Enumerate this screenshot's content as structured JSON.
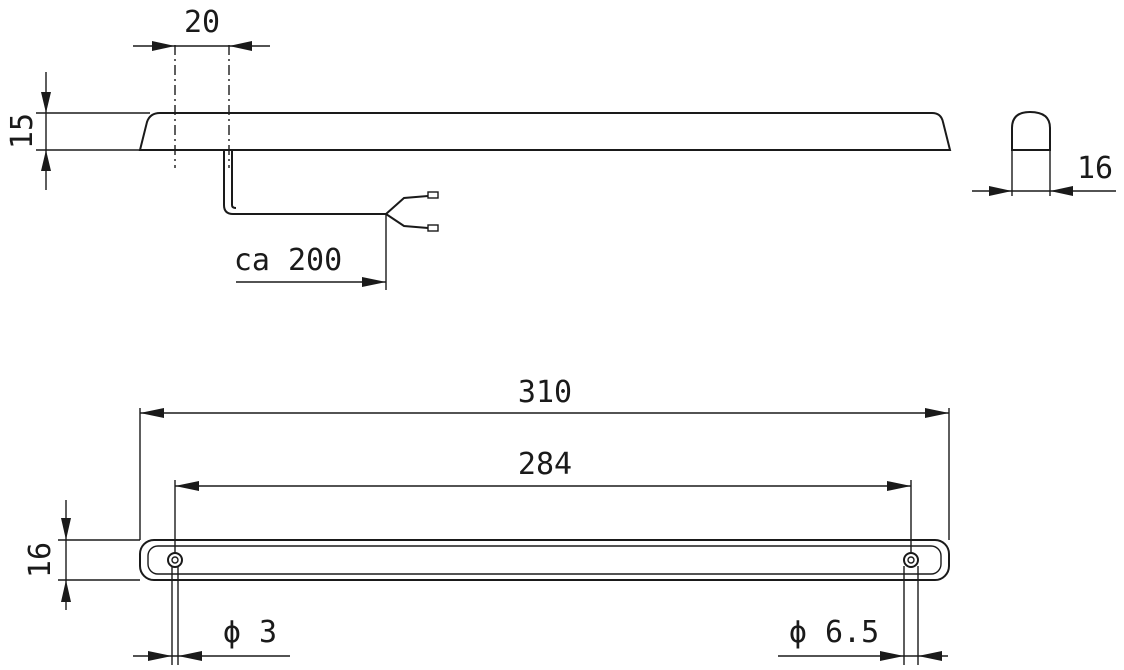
{
  "dimensions": {
    "side_offset": "20",
    "side_height": "15",
    "cable_length": "ca 200",
    "end_width": "16",
    "overall_length": "310",
    "hole_spacing": "284",
    "top_width": "16",
    "hole_small": "ϕ 3",
    "hole_large": "ϕ 6.5"
  }
}
